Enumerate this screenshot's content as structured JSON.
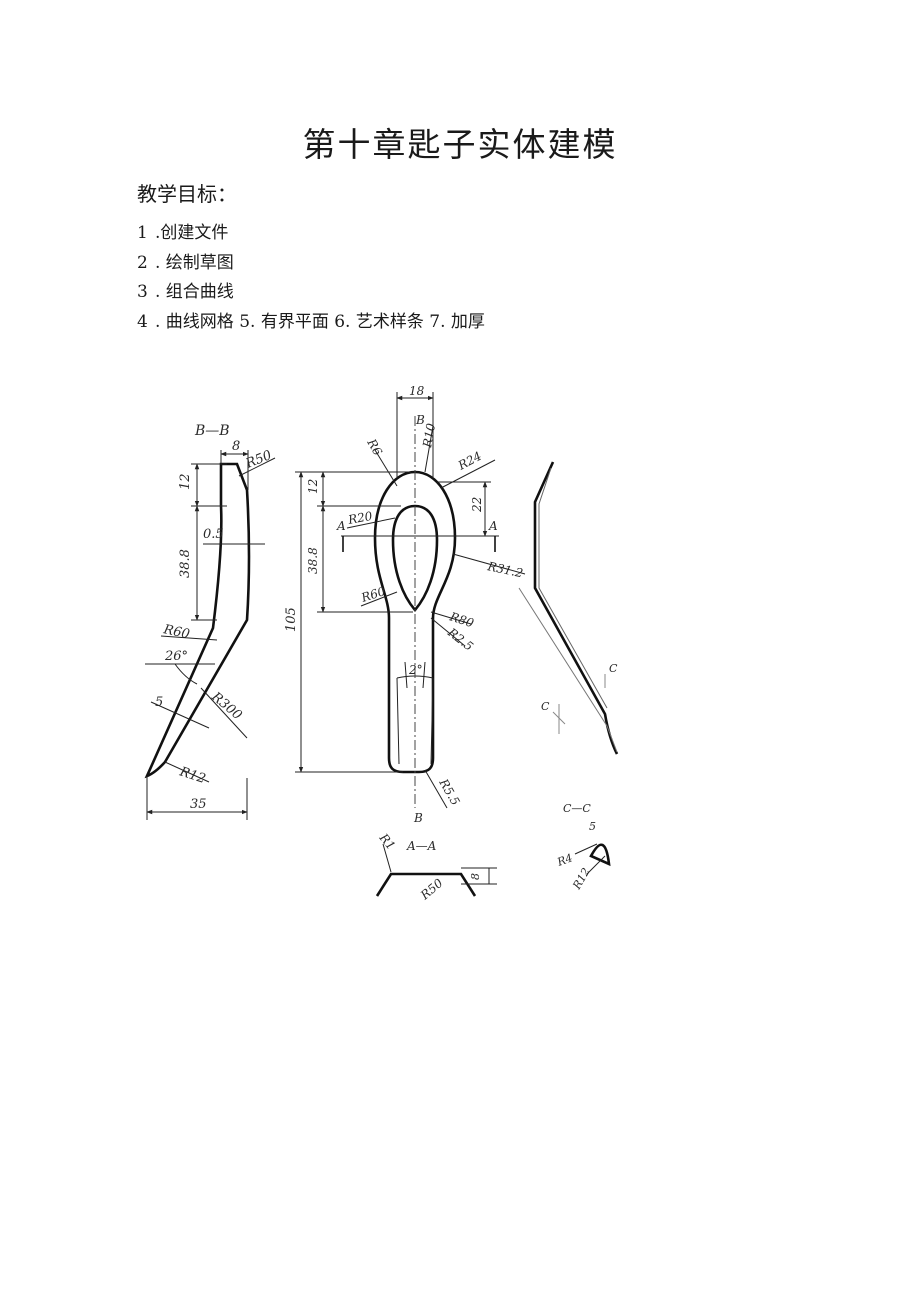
{
  "title": "第十章匙子实体建模",
  "objectives_label": "教学目标：",
  "steps": [
    {
      "num": "1",
      "text": ".创建文件"
    },
    {
      "num": "2",
      "text": ". 绘制草图"
    },
    {
      "num": "3",
      "text": ". 组合曲线"
    },
    {
      "num": "4",
      "text": ". 曲线网格 5. 有界平面 6. 艺术样条 7. 加厚"
    }
  ],
  "drawing": {
    "section_bb": "B—B",
    "section_aa": "A—A",
    "section_cc": "C—C",
    "labels": {
      "d8": "8",
      "r50": "R50",
      "d12a": "12",
      "d05": "0.5",
      "d388a": "38.8",
      "r60a": "R60",
      "a26": "26°",
      "d5a": "5",
      "r300": "R300",
      "r12a": "R12",
      "d35": "35",
      "d18": "18",
      "bTop": "B",
      "r10": "R10",
      "r6": "R6",
      "r24": "R24",
      "d12b": "12",
      "d22": "22",
      "aLeft": "A",
      "aRight": "A",
      "r20": "R20",
      "d388b": "38.8",
      "r312": "R31.2",
      "r60b": "R60",
      "r80": "R80",
      "r25": "R2.5",
      "d105": "105",
      "a2": "2°",
      "r55": "R5.5",
      "bBottom": "B",
      "c1": "C",
      "c2": "C",
      "r1": "R1",
      "r50b": "R50",
      "d8b": "8",
      "d5c": "5",
      "r4": "R4",
      "r12c": "R12"
    }
  }
}
